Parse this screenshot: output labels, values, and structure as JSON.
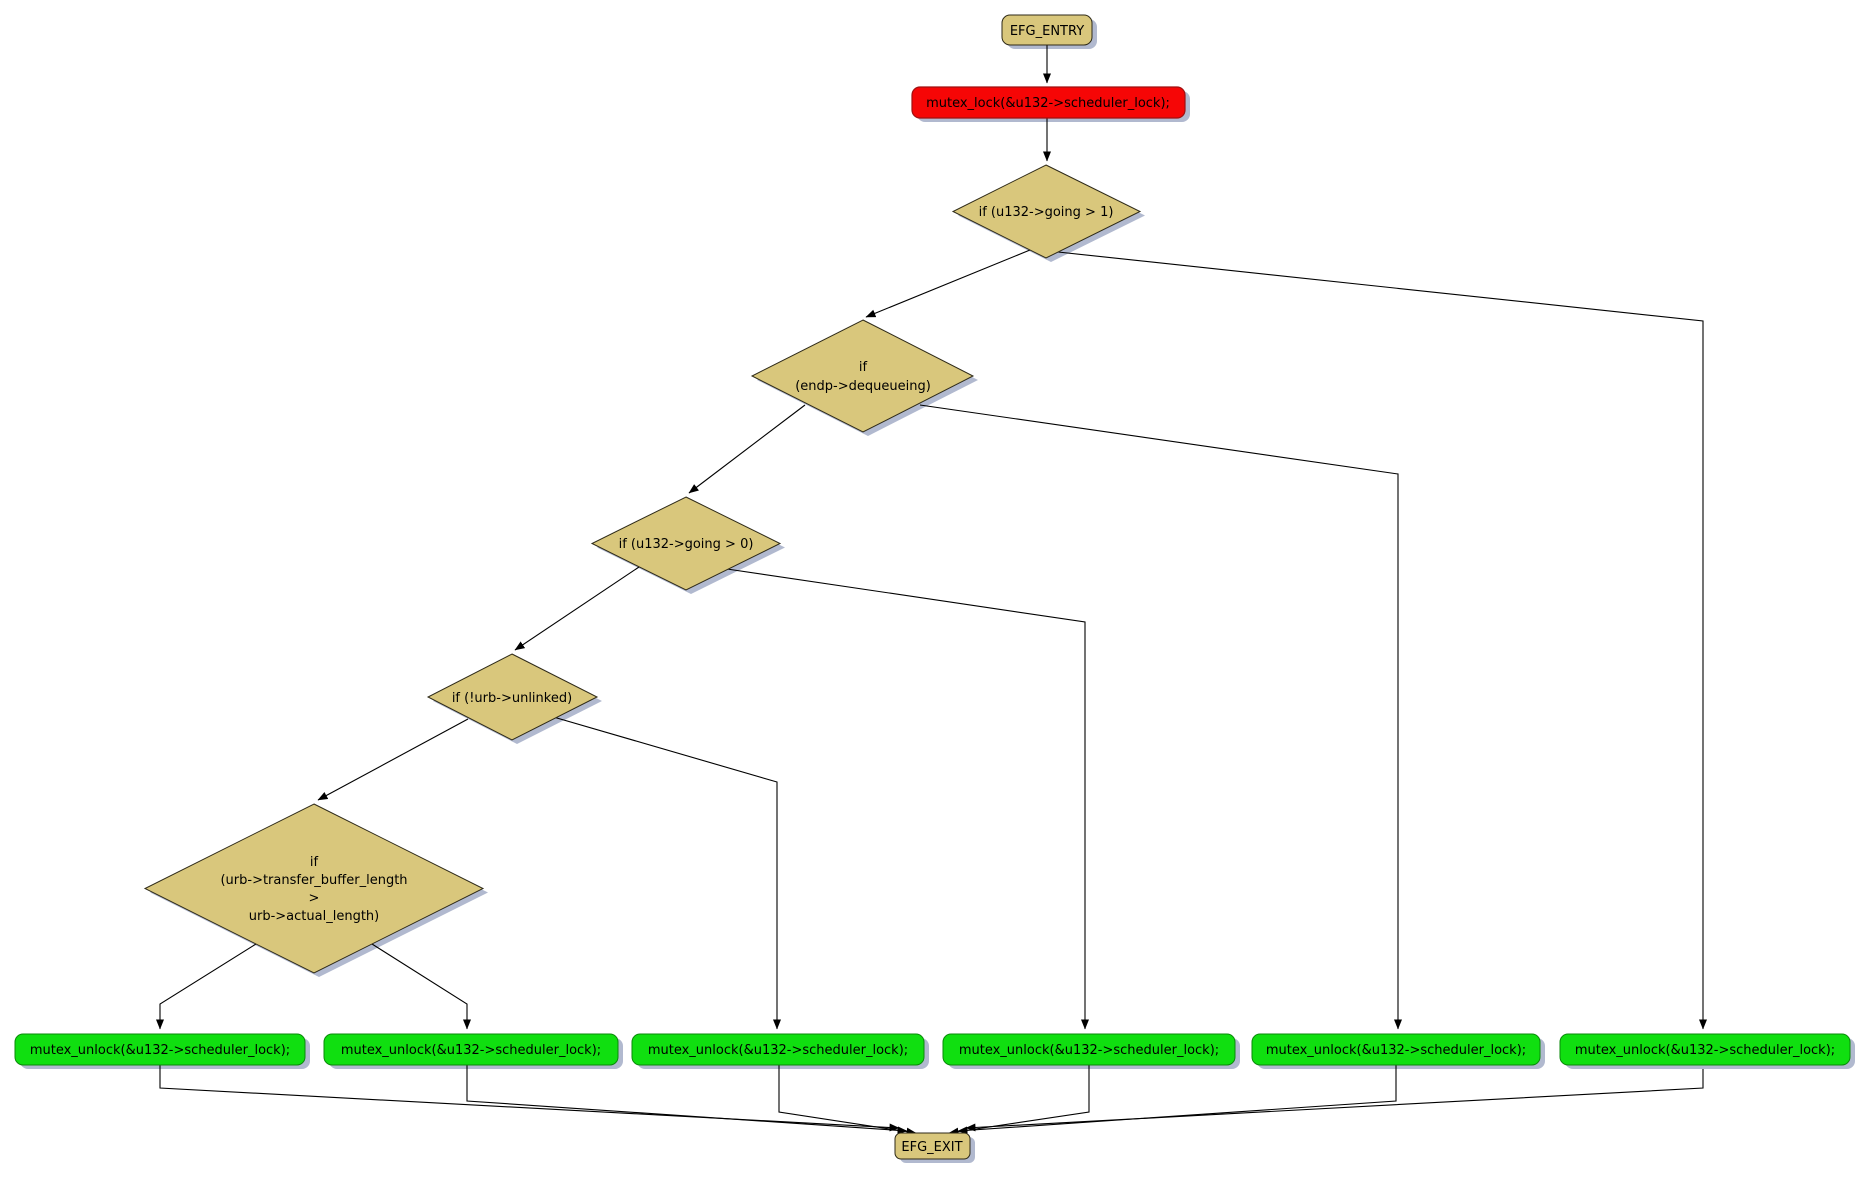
{
  "diagram": {
    "kind": "control-flow-graph",
    "colors": {
      "background": "#ffffff",
      "tan_fill": "#d9c77c",
      "red_fill": "#f60606",
      "green_fill": "#10df10",
      "shadow": "#a3adc7",
      "edge": "#000000",
      "text": "#000000"
    },
    "nodes": {
      "entry": {
        "label": "EFG_ENTRY"
      },
      "mutex_lock": {
        "label": "mutex_lock(&u132->scheduler_lock);"
      },
      "cond_going_gt1": {
        "label": "if (u132->going > 1)"
      },
      "cond_dequeueing": {
        "lines": [
          "if",
          "(endp->dequeueing)"
        ]
      },
      "cond_going_gt0": {
        "label": "if (u132->going > 0)"
      },
      "cond_not_unlinked": {
        "label": "if (!urb->unlinked)"
      },
      "cond_transfer_len": {
        "lines": [
          "if",
          "(urb->transfer_buffer_length",
          ">",
          "urb->actual_length)"
        ]
      },
      "unlock1": {
        "label": "mutex_unlock(&u132->scheduler_lock);"
      },
      "unlock2": {
        "label": "mutex_unlock(&u132->scheduler_lock);"
      },
      "unlock3": {
        "label": "mutex_unlock(&u132->scheduler_lock);"
      },
      "unlock4": {
        "label": "mutex_unlock(&u132->scheduler_lock);"
      },
      "unlock5": {
        "label": "mutex_unlock(&u132->scheduler_lock);"
      },
      "unlock6": {
        "label": "mutex_unlock(&u132->scheduler_lock);"
      },
      "exit": {
        "label": "EFG_EXIT"
      }
    }
  }
}
